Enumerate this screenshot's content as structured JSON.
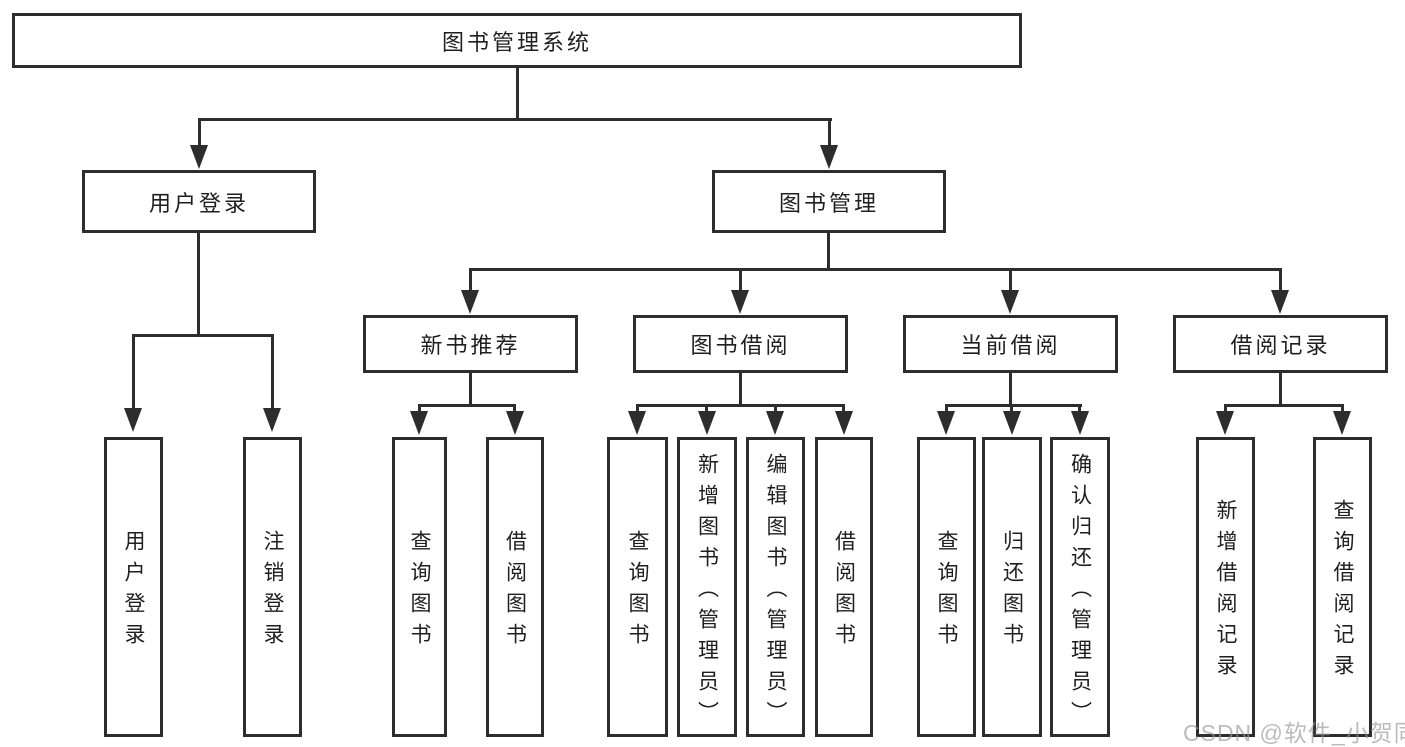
{
  "diagram": {
    "root": {
      "label": "图书管理系统"
    },
    "level2": {
      "user_login": {
        "label": "用户登录",
        "children": [
          {
            "label": "用户登录"
          },
          {
            "label": "注销登录"
          }
        ]
      },
      "book_management": {
        "label": "图书管理",
        "sections": [
          {
            "label": "新书推荐",
            "children": [
              {
                "label": "查询图书"
              },
              {
                "label": "借阅图书"
              }
            ]
          },
          {
            "label": "图书借阅",
            "children": [
              {
                "label": "查询图书"
              },
              {
                "label": "新增图书（管理员）"
              },
              {
                "label": "编辑图书（管理员）"
              },
              {
                "label": "借阅图书"
              }
            ]
          },
          {
            "label": "当前借阅",
            "children": [
              {
                "label": "查询图书"
              },
              {
                "label": "归还图书"
              },
              {
                "label": "确认归还（管理员）"
              }
            ]
          },
          {
            "label": "借阅记录",
            "children": [
              {
                "label": "新增借阅记录"
              },
              {
                "label": "查询借阅记录"
              }
            ]
          }
        ]
      }
    }
  },
  "watermark": {
    "text": "CSDN @软件_小贺同学",
    "color": "#969696"
  },
  "colors": {
    "line": "#2d2d2d",
    "box_border": "#2d2d2d",
    "box_fill": "#ffffff",
    "text": "#1f1f1f",
    "background": "#ffffff"
  }
}
